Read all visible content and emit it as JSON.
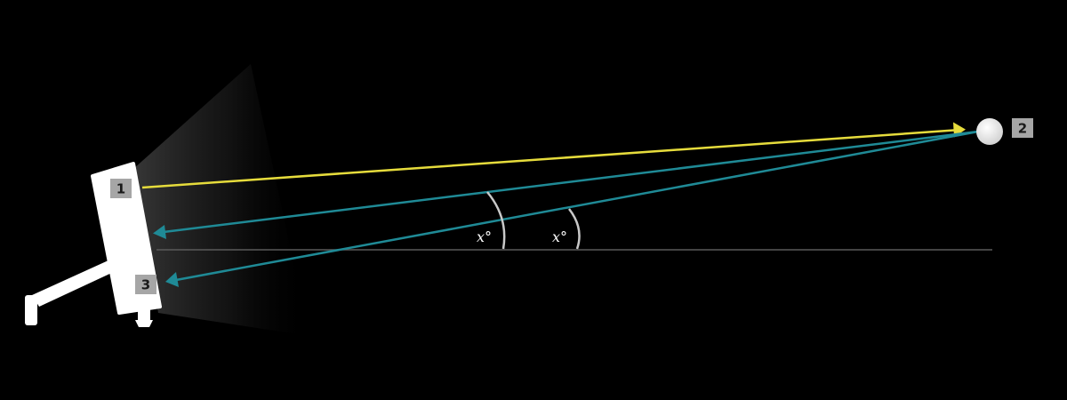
{
  "colors": {
    "background": "#000000",
    "outgoing_beam": "#e6dc3c",
    "return_beam": "#1f8a96",
    "horizon_line": "#5a5a5a",
    "angle_arc": "#c8c8c8",
    "angle_text": "#ffffff",
    "badge_fill": "#a6a6a6",
    "badge_text": "#1a1a1a",
    "device": "#ffffff",
    "target": "#f2f2f2"
  },
  "badges": {
    "device_top": "1",
    "target": "2",
    "device_bottom": "3"
  },
  "angles": {
    "left": "x°",
    "right": "x°"
  }
}
